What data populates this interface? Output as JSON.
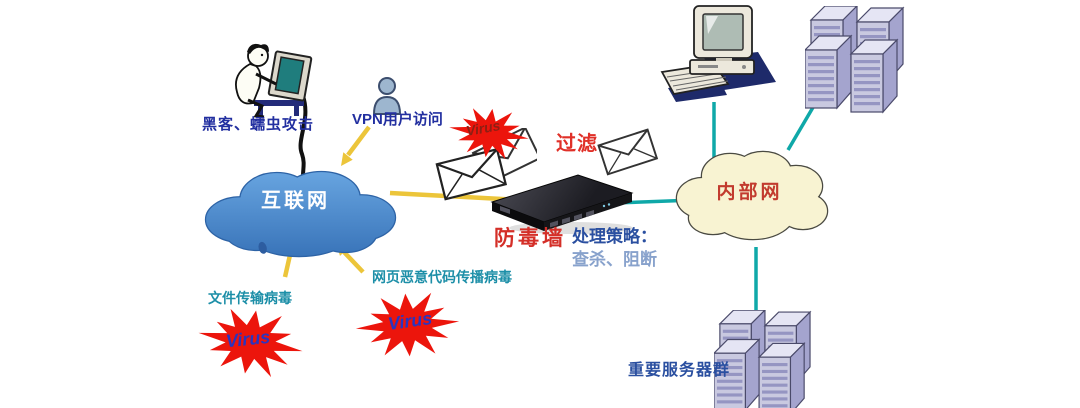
{
  "diagram": {
    "internet_cloud": {
      "label": "互联网",
      "fill": "#4a8fd4",
      "text_color": "#ffffff"
    },
    "intranet_cloud": {
      "label": "内部网",
      "fill": "#f8f3d2",
      "text_color": "#c23b2e"
    },
    "hacker": {
      "label": "黑客、蠕虫攻击"
    },
    "vpn_user": {
      "label": "VPN用户访问"
    },
    "mail_virus": {
      "burst_text": "Virus"
    },
    "filter": {
      "label": "过滤"
    },
    "firewall": {
      "label": "防毒墙"
    },
    "policy": {
      "title": "处理策略：",
      "body": "查杀、阻断"
    },
    "important_servers": {
      "label": "重要服务器群"
    },
    "file_virus": {
      "label": "文件传输病毒",
      "burst_text": "Virus"
    },
    "web_virus": {
      "label": "网页恶意代码传播病毒",
      "burst_text": "Virus"
    },
    "colors": {
      "line_teal": "#0fa8a8",
      "arrow_yellow": "#ecc53a",
      "virus_red": "#ec150c",
      "label_blue": "#222fa0",
      "label_teal": "#1d8fa8",
      "red_text": "#d42f28"
    }
  }
}
